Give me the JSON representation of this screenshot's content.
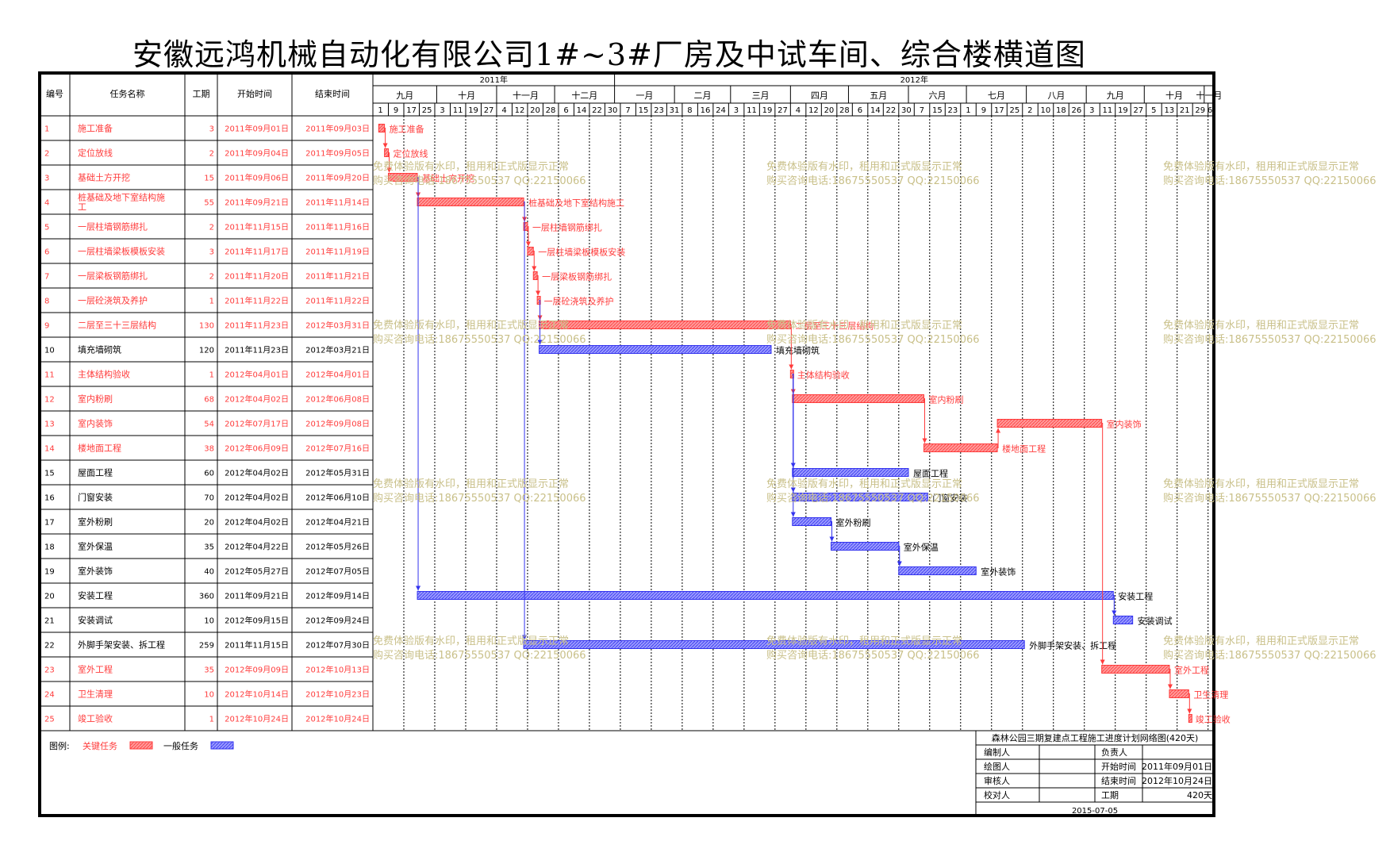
{
  "title": "安徽远鸿机械自动化有限公司1#~3#厂房及中试车间、综合楼横道图",
  "columns": {
    "num": "编号",
    "name": "任务名称",
    "dur": "工期",
    "start": "开始时间",
    "end": "结束时间"
  },
  "years": [
    {
      "label": "2011年",
      "from": "2011-08-29",
      "to": "2012-01-01"
    },
    {
      "label": "2012年",
      "from": "2012-01-01",
      "to": "2012-11-06"
    }
  ],
  "months": [
    {
      "label": "九月",
      "from": "2011-08-29",
      "to": "2011-10-01"
    },
    {
      "label": "十月",
      "from": "2011-10-01",
      "to": "2011-11-01"
    },
    {
      "label": "十一月",
      "from": "2011-11-01",
      "to": "2011-12-01"
    },
    {
      "label": "十二月",
      "from": "2011-12-01",
      "to": "2012-01-01"
    },
    {
      "label": "一月",
      "from": "2012-01-01",
      "to": "2012-02-01"
    },
    {
      "label": "二月",
      "from": "2012-02-01",
      "to": "2012-03-01"
    },
    {
      "label": "三月",
      "from": "2012-03-01",
      "to": "2012-04-01"
    },
    {
      "label": "四月",
      "from": "2012-04-01",
      "to": "2012-05-01"
    },
    {
      "label": "五月",
      "from": "2012-05-01",
      "to": "2012-06-01"
    },
    {
      "label": "六月",
      "from": "2012-06-01",
      "to": "2012-07-01"
    },
    {
      "label": "七月",
      "from": "2012-07-01",
      "to": "2012-08-01"
    },
    {
      "label": "八月",
      "from": "2012-08-01",
      "to": "2012-09-01"
    },
    {
      "label": "九月",
      "from": "2012-09-01",
      "to": "2012-10-01"
    },
    {
      "label": "十月",
      "from": "2012-10-01",
      "to": "2012-11-01"
    },
    {
      "label": "十一月",
      "from": "2012-11-01",
      "to": "2012-11-06"
    }
  ],
  "week_ticks": [
    "1",
    "9",
    "17",
    "25",
    "3",
    "11",
    "19",
    "27",
    "4",
    "12",
    "20",
    "28",
    "6",
    "14",
    "22",
    "30",
    "7",
    "15",
    "23",
    "31",
    "8",
    "16",
    "24",
    "3",
    "11",
    "19",
    "27",
    "4",
    "12",
    "20",
    "28",
    "6",
    "14",
    "22",
    "30",
    "7",
    "15",
    "23",
    "1",
    "9",
    "17",
    "25",
    "2",
    "10",
    "18",
    "26",
    "3",
    "11",
    "19",
    "27",
    "5",
    "13",
    "21",
    "29",
    "6"
  ],
  "chart_data": {
    "type": "gantt",
    "x_start": "2011-08-29",
    "x_end": "2012-11-06",
    "tasks": [
      {
        "id": "1",
        "name": "施工准备",
        "dur": "3",
        "start": "2011年09月01日",
        "end": "2011年09月03日",
        "s": "2011-09-01",
        "e": "2011-09-03",
        "critical": true
      },
      {
        "id": "2",
        "name": "定位放线",
        "dur": "2",
        "start": "2011年09月04日",
        "end": "2011年09月05日",
        "s": "2011-09-04",
        "e": "2011-09-05",
        "critical": true
      },
      {
        "id": "3",
        "name": "基础土方开挖",
        "dur": "15",
        "start": "2011年09月06日",
        "end": "2011年09月20日",
        "s": "2011-09-06",
        "e": "2011-09-20",
        "critical": true
      },
      {
        "id": "4",
        "name": "桩基础及地下室结构施工",
        "dur": "55",
        "start": "2011年09月21日",
        "end": "2011年11月14日",
        "s": "2011-09-21",
        "e": "2011-11-14",
        "critical": true
      },
      {
        "id": "5",
        "name": "一层柱墙钢筋绑扎",
        "dur": "2",
        "start": "2011年11月15日",
        "end": "2011年11月16日",
        "s": "2011-11-15",
        "e": "2011-11-16",
        "critical": true
      },
      {
        "id": "6",
        "name": "一层柱墙梁板模板安装",
        "dur": "3",
        "start": "2011年11月17日",
        "end": "2011年11月19日",
        "s": "2011-11-17",
        "e": "2011-11-19",
        "critical": true
      },
      {
        "id": "7",
        "name": "一层梁板钢筋绑扎",
        "dur": "2",
        "start": "2011年11月20日",
        "end": "2011年11月21日",
        "s": "2011-11-20",
        "e": "2011-11-21",
        "critical": true
      },
      {
        "id": "8",
        "name": "一层砼浇筑及养护",
        "dur": "1",
        "start": "2011年11月22日",
        "end": "2011年11月22日",
        "s": "2011-11-22",
        "e": "2011-11-22",
        "critical": true
      },
      {
        "id": "9",
        "name": "二层至三十三层结构",
        "dur": "130",
        "start": "2011年11月23日",
        "end": "2012年03月31日",
        "s": "2011-11-23",
        "e": "2012-03-31",
        "critical": true
      },
      {
        "id": "10",
        "name": "填充墙砌筑",
        "dur": "120",
        "start": "2011年11月23日",
        "end": "2012年03月21日",
        "s": "2011-11-23",
        "e": "2012-03-21",
        "critical": false
      },
      {
        "id": "11",
        "name": "主体结构验收",
        "dur": "1",
        "start": "2012年04月01日",
        "end": "2012年04月01日",
        "s": "2012-04-01",
        "e": "2012-04-01",
        "critical": true
      },
      {
        "id": "12",
        "name": "室内粉刷",
        "dur": "68",
        "start": "2012年04月02日",
        "end": "2012年06月08日",
        "s": "2012-04-02",
        "e": "2012-06-08",
        "critical": true
      },
      {
        "id": "13",
        "name": "室内装饰",
        "dur": "54",
        "start": "2012年07月17日",
        "end": "2012年09月08日",
        "s": "2012-07-17",
        "e": "2012-09-08",
        "critical": true
      },
      {
        "id": "14",
        "name": "楼地面工程",
        "dur": "38",
        "start": "2012年06月09日",
        "end": "2012年07月16日",
        "s": "2012-06-09",
        "e": "2012-07-16",
        "critical": true
      },
      {
        "id": "15",
        "name": "屋面工程",
        "dur": "60",
        "start": "2012年04月02日",
        "end": "2012年05月31日",
        "s": "2012-04-02",
        "e": "2012-05-31",
        "critical": false
      },
      {
        "id": "16",
        "name": "门窗安装",
        "dur": "70",
        "start": "2012年04月02日",
        "end": "2012年06月10日",
        "s": "2012-04-02",
        "e": "2012-06-10",
        "critical": false
      },
      {
        "id": "17",
        "name": "室外粉刷",
        "dur": "20",
        "start": "2012年04月02日",
        "end": "2012年04月21日",
        "s": "2012-04-02",
        "e": "2012-04-21",
        "critical": false
      },
      {
        "id": "18",
        "name": "室外保温",
        "dur": "35",
        "start": "2012年04月22日",
        "end": "2012年05月26日",
        "s": "2012-04-22",
        "e": "2012-05-26",
        "critical": false
      },
      {
        "id": "19",
        "name": "室外装饰",
        "dur": "40",
        "start": "2012年05月27日",
        "end": "2012年07月05日",
        "s": "2012-05-27",
        "e": "2012-07-05",
        "critical": false
      },
      {
        "id": "20",
        "name": "安装工程",
        "dur": "360",
        "start": "2011年09月21日",
        "end": "2012年09月14日",
        "s": "2011-09-21",
        "e": "2012-09-14",
        "critical": false
      },
      {
        "id": "21",
        "name": "安装调试",
        "dur": "10",
        "start": "2012年09月15日",
        "end": "2012年09月24日",
        "s": "2012-09-15",
        "e": "2012-09-24",
        "critical": false
      },
      {
        "id": "22",
        "name": "外脚手架安装、拆工程",
        "dur": "259",
        "start": "2011年11月15日",
        "end": "2012年07月30日",
        "s": "2011-11-15",
        "e": "2012-07-30",
        "critical": false
      },
      {
        "id": "23",
        "name": "室外工程",
        "dur": "35",
        "start": "2012年09月09日",
        "end": "2012年10月13日",
        "s": "2012-09-09",
        "e": "2012-10-13",
        "critical": true
      },
      {
        "id": "24",
        "name": "卫生清理",
        "dur": "10",
        "start": "2012年10月14日",
        "end": "2012年10月23日",
        "s": "2012-10-14",
        "e": "2012-10-23",
        "critical": true
      },
      {
        "id": "25",
        "name": "竣工验收",
        "dur": "1",
        "start": "2012年10月24日",
        "end": "2012年10月24日",
        "s": "2012-10-24",
        "e": "2012-10-24",
        "critical": true
      }
    ],
    "links": [
      [
        1,
        2
      ],
      [
        2,
        3
      ],
      [
        3,
        4
      ],
      [
        4,
        5
      ],
      [
        5,
        6
      ],
      [
        6,
        7
      ],
      [
        7,
        8
      ],
      [
        8,
        9
      ],
      [
        8,
        10
      ],
      [
        9,
        11
      ],
      [
        11,
        12
      ],
      [
        12,
        14
      ],
      [
        14,
        13
      ],
      [
        11,
        15
      ],
      [
        11,
        16
      ],
      [
        11,
        17
      ],
      [
        17,
        18
      ],
      [
        18,
        19
      ],
      [
        3,
        20
      ],
      [
        20,
        21
      ],
      [
        4,
        22
      ],
      [
        13,
        23
      ],
      [
        23,
        24
      ],
      [
        24,
        25
      ]
    ]
  },
  "watermark": {
    "line1": "免费体验版有水印，租用和正式版显示正常",
    "line2": "购买咨询电话:18675550537 QQ:22150066"
  },
  "legend": {
    "label": "图例:",
    "critical": "关键任务",
    "normal": "一般任务"
  },
  "colors": {
    "critical": "#ff3b3b",
    "critical_fill": "#ff9a9a",
    "normal": "#3333ee",
    "normal_fill": "#9a9aff",
    "watermark": "#c9c089"
  },
  "info": {
    "title": "森林公园三期复建点工程施工进度计划网络图(420天)",
    "rows": [
      {
        "k1": "编制人",
        "v1": "",
        "k2": "负责人",
        "v2": ""
      },
      {
        "k1": "绘图人",
        "v1": "",
        "k2": "开始时间",
        "v2": "2011年09月01日"
      },
      {
        "k1": "审核人",
        "v1": "",
        "k2": "结束时间",
        "v2": "2012年10月24日"
      },
      {
        "k1": "校对人",
        "v1": "",
        "k2": "工期",
        "v2": "420天"
      }
    ],
    "date": "2015-07-05"
  }
}
